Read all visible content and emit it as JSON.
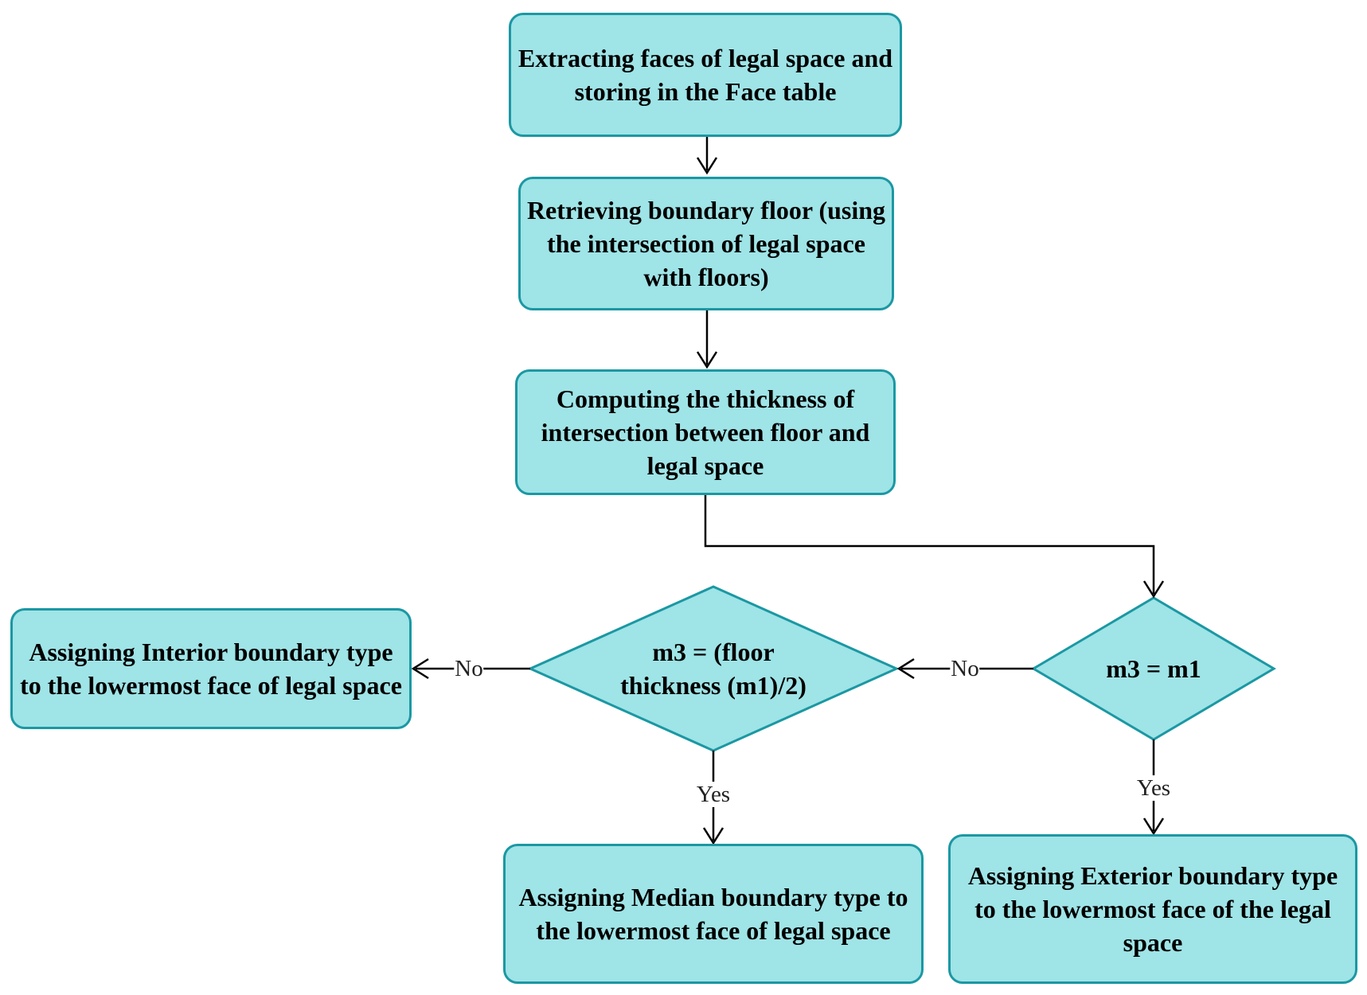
{
  "nodes": {
    "extract_faces": "Extracting faces of legal space and storing in the Face table",
    "retrieve_floor": "Retrieving boundary floor (using the intersection of legal space with floors)",
    "compute_thickness": "Computing the thickness of intersection between floor and legal space",
    "decision_m1": "m3 = m1",
    "decision_half": "m3 = (floor thickness (m1)/2)",
    "assign_interior": "Assigning Interior boundary type to the lowermost face of legal space",
    "assign_median": "Assigning Median boundary type to the lowermost face of legal space",
    "assign_exterior": "Assigning Exterior boundary type to the lowermost face of the legal space"
  },
  "edge_labels": {
    "no_to_half": "No",
    "no_to_interior": "No",
    "yes_to_median": "Yes",
    "yes_to_exterior": "Yes"
  },
  "colors": {
    "node_fill": "#9fe4e7",
    "node_border": "#1b98a3",
    "arrow": "#000000"
  }
}
